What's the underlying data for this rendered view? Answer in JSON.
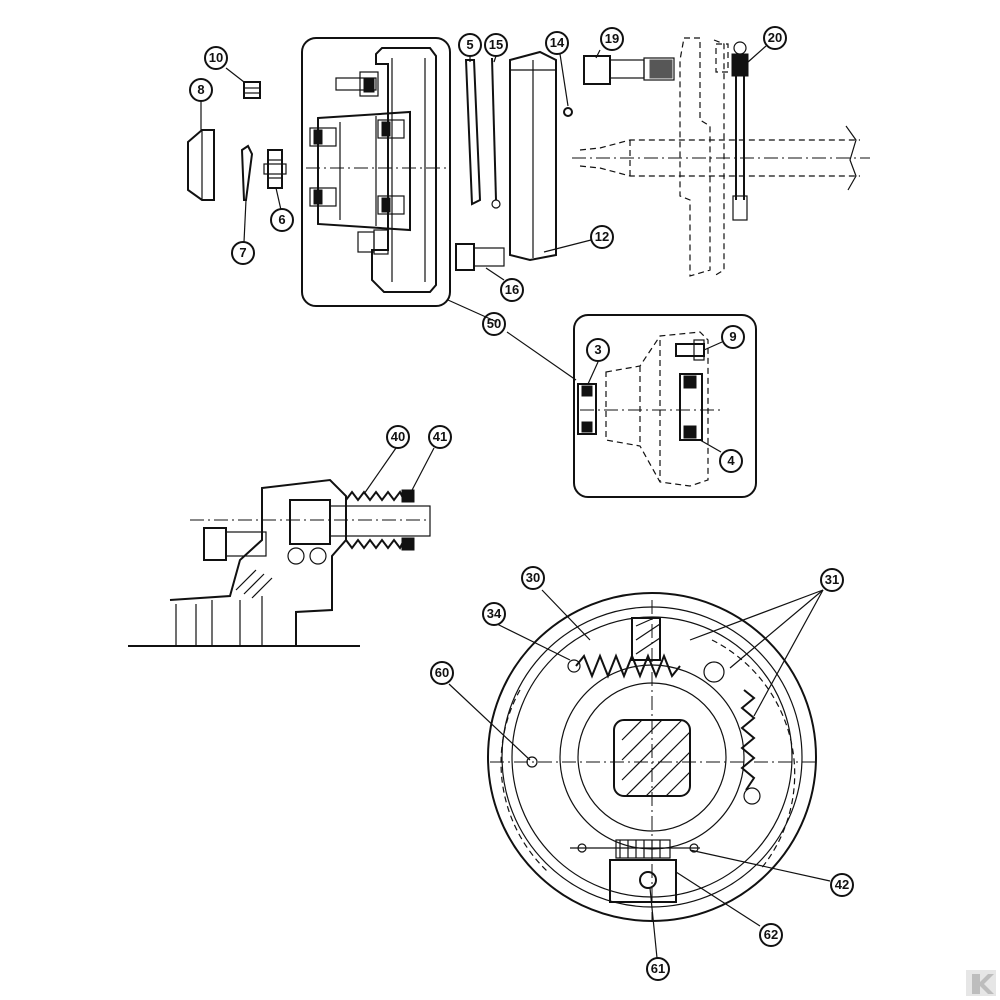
{
  "callouts": [
    {
      "id": "c10",
      "label": "10"
    },
    {
      "id": "c8",
      "label": "8"
    },
    {
      "id": "c7",
      "label": "7"
    },
    {
      "id": "c6",
      "label": "6"
    },
    {
      "id": "c5",
      "label": "5"
    },
    {
      "id": "c15",
      "label": "15"
    },
    {
      "id": "c14",
      "label": "14"
    },
    {
      "id": "c19",
      "label": "19"
    },
    {
      "id": "c20",
      "label": "20"
    },
    {
      "id": "c12",
      "label": "12"
    },
    {
      "id": "c16",
      "label": "16"
    },
    {
      "id": "c50",
      "label": "50"
    },
    {
      "id": "c3",
      "label": "3"
    },
    {
      "id": "c9",
      "label": "9"
    },
    {
      "id": "c4",
      "label": "4"
    },
    {
      "id": "c40",
      "label": "40"
    },
    {
      "id": "c41",
      "label": "41"
    },
    {
      "id": "c30",
      "label": "30"
    },
    {
      "id": "c31",
      "label": "31"
    },
    {
      "id": "c34",
      "label": "34"
    },
    {
      "id": "c60",
      "label": "60"
    },
    {
      "id": "c42",
      "label": "42"
    },
    {
      "id": "c62",
      "label": "62"
    },
    {
      "id": "c61",
      "label": "61"
    }
  ],
  "logo": {
    "mark": "K"
  }
}
